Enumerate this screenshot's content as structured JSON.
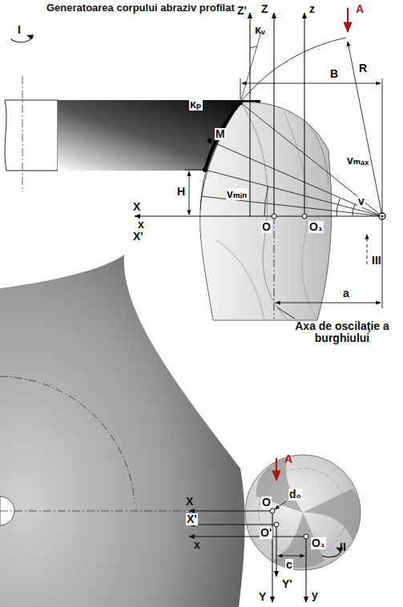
{
  "diagram": {
    "labels": [
      "Generatoarea corpului abraziv profilat",
      "Z'",
      "Z",
      "z",
      "A",
      "κᵥ",
      "R",
      "I",
      "B",
      "κₚ",
      "M",
      "H",
      "vₘₐₓ",
      "vₘᵢₙ",
      "v",
      "X",
      "x",
      "X'",
      "O",
      "O₁",
      "III",
      "a",
      "Axa de oscilaţie a burghiului",
      "A",
      "X",
      "X'",
      "x",
      "O",
      "O'",
      "d₀",
      "O₁",
      "c",
      "II",
      "Y'",
      "Y",
      "y"
    ]
  }
}
